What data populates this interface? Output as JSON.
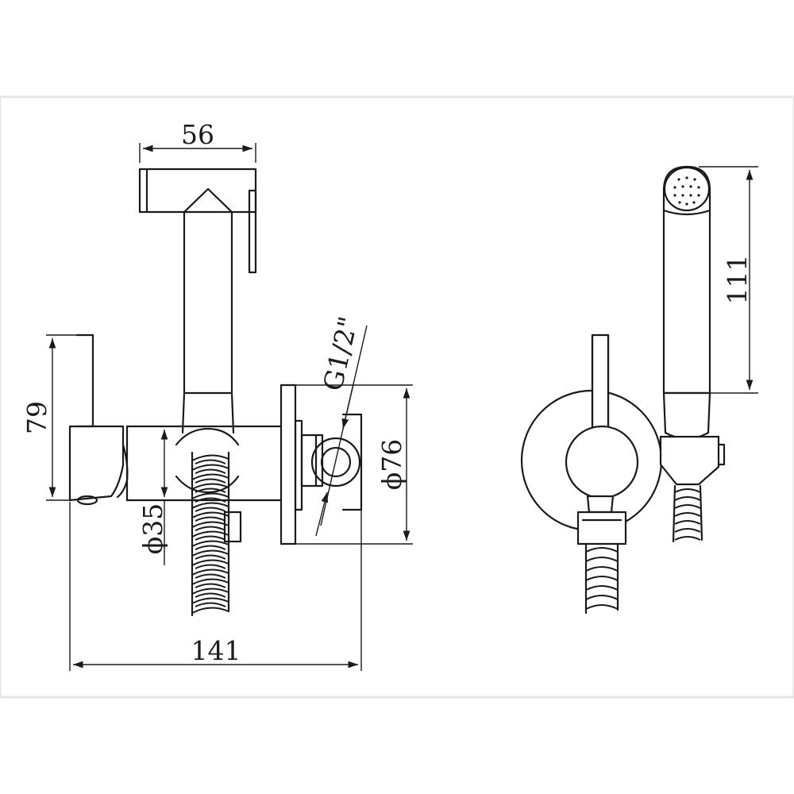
{
  "dimensions": {
    "width_56": "56",
    "height_79": "79",
    "diameter_35": "ϕ35",
    "diameter_76": "ϕ76",
    "thread": "G1/2\"",
    "length_141": "141",
    "height_111": "111"
  }
}
